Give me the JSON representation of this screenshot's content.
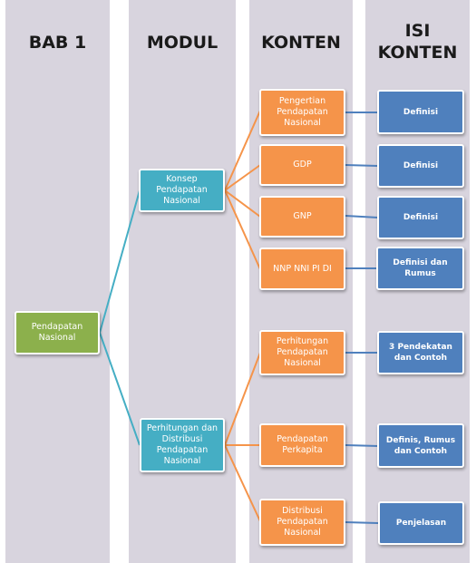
{
  "headers": {
    "bab": "BAB 1",
    "modul": "MODUL",
    "konten": "KONTEN",
    "isi_konten": "ISI\nKONTEN"
  },
  "bab": {
    "root": "Pendapatan Nasional"
  },
  "modul": {
    "m1": "Konsep Pendapatan Nasional",
    "m2": "Perhitungan dan Distribusi Pendapatan Nasional"
  },
  "konten": {
    "k1": "Pengertian Pendapatan Nasional",
    "k2": "GDP",
    "k3": "GNP",
    "k4": "NNP NNI PI DI",
    "k5": "Perhitungan Pendapatan Nasional",
    "k6": "Pendapatan Perkapita",
    "k7": "Distribusi Pendapatan Nasional"
  },
  "isi": {
    "i1": "Definisi",
    "i2": "Definisi",
    "i3": "Definisi",
    "i4": "Definisi dan Rumus",
    "i5": "3 Pendekatan dan Contoh",
    "i6": "Definis, Rumus dan Contoh",
    "i7": "Penjelasan"
  },
  "colors": {
    "column_bg": "#d8d4de",
    "bab_node": "#8cb04c",
    "modul_node": "#45aec4",
    "konten_node": "#f5944a",
    "isi_node": "#4f80bd"
  }
}
